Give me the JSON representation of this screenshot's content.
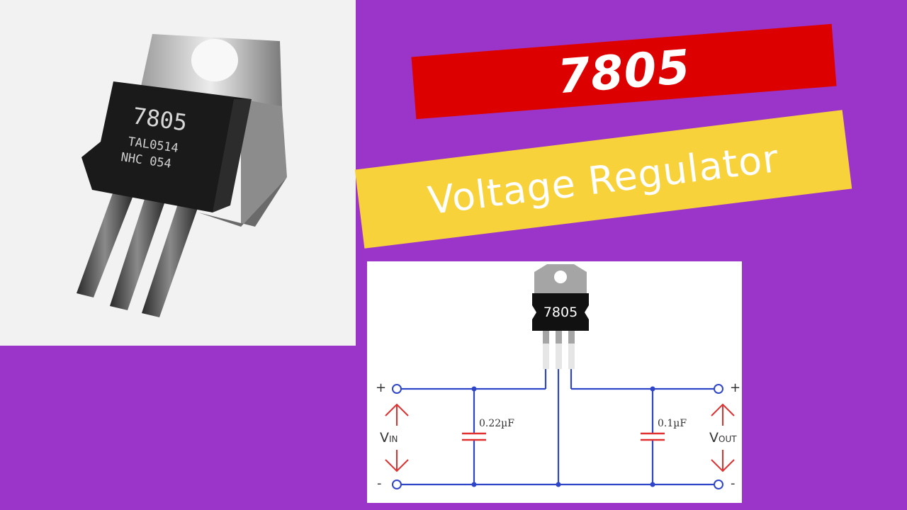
{
  "colors": {
    "background": "#9b35c9",
    "red_banner": "#dd0000",
    "yellow_banner": "#f8d23a",
    "wire": "#2f45c8",
    "arrow": "#e03030",
    "capacitor": "#e03030"
  },
  "banner": {
    "title": "7805",
    "subtitle": "Voltage Regulator"
  },
  "photo": {
    "part_marking": [
      "7805",
      "TAL0514",
      "NHC 054"
    ]
  },
  "circuit": {
    "ic_label": "7805",
    "input_cap": "0.22µF",
    "output_cap": "0.1µF",
    "vin_main": "V",
    "vin_sub": "IN",
    "vout_main": "V",
    "vout_sub": "OUT",
    "plus": "+",
    "minus": "-"
  }
}
